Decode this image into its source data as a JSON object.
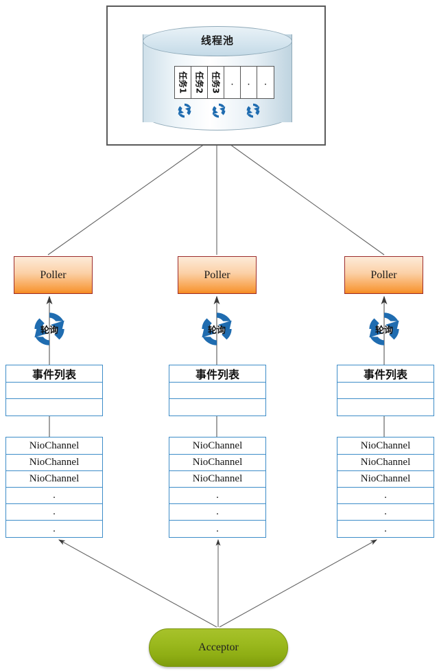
{
  "diagram": {
    "title_hidden": "",
    "thread_pool": {
      "cylinder_label": "线程池",
      "slots": [
        {
          "text": "任务1",
          "kind": "vertical"
        },
        {
          "text": "任务2",
          "kind": "vertical"
        },
        {
          "text": "任务3",
          "kind": "vertical"
        },
        {
          "text": ".",
          "kind": "dot"
        },
        {
          "text": ".",
          "kind": "dot"
        },
        {
          "text": ".",
          "kind": "dot"
        }
      ],
      "worker_icons": [
        "refresh-cycle-icon",
        "refresh-cycle-icon",
        "refresh-cycle-icon"
      ]
    },
    "columns": [
      {
        "poller_label": "Poller",
        "polling_label": "轮询",
        "polling_icon": "refresh-cycle-icon",
        "event_list": {
          "header": "事件列表",
          "rows": [
            "",
            ""
          ]
        },
        "channel_list": {
          "rows": [
            "NioChannel",
            "NioChannel",
            "NioChannel",
            ".",
            ".",
            "."
          ]
        }
      },
      {
        "poller_label": "Poller",
        "polling_label": "轮询",
        "polling_icon": "refresh-cycle-icon",
        "event_list": {
          "header": "事件列表",
          "rows": [
            "",
            ""
          ]
        },
        "channel_list": {
          "rows": [
            "NioChannel",
            "NioChannel",
            "NioChannel",
            ".",
            ".",
            "."
          ]
        }
      },
      {
        "poller_label": "Poller",
        "polling_label": "轮询",
        "polling_icon": "refresh-cycle-icon",
        "event_list": {
          "header": "事件列表",
          "rows": [
            "",
            ""
          ]
        },
        "channel_list": {
          "rows": [
            "NioChannel",
            "NioChannel",
            "NioChannel",
            ".",
            ".",
            "."
          ]
        }
      }
    ],
    "acceptor_label": "Acceptor",
    "colors": {
      "poller_border": "#9c2b2b",
      "poller_fill_top": "#fdebd9",
      "poller_fill_bottom": "#f5891f",
      "list_border": "#3c8cc8",
      "cylinder_stroke": "#8fa9b8",
      "cylinder_fill": "#dbe9f1",
      "acceptor_fill": "#9cba1f",
      "acceptor_border": "#7a9414",
      "frame_border": "#5a5a5a",
      "arrow": "#595959",
      "cycle_icon": "#1f6cb0"
    }
  }
}
